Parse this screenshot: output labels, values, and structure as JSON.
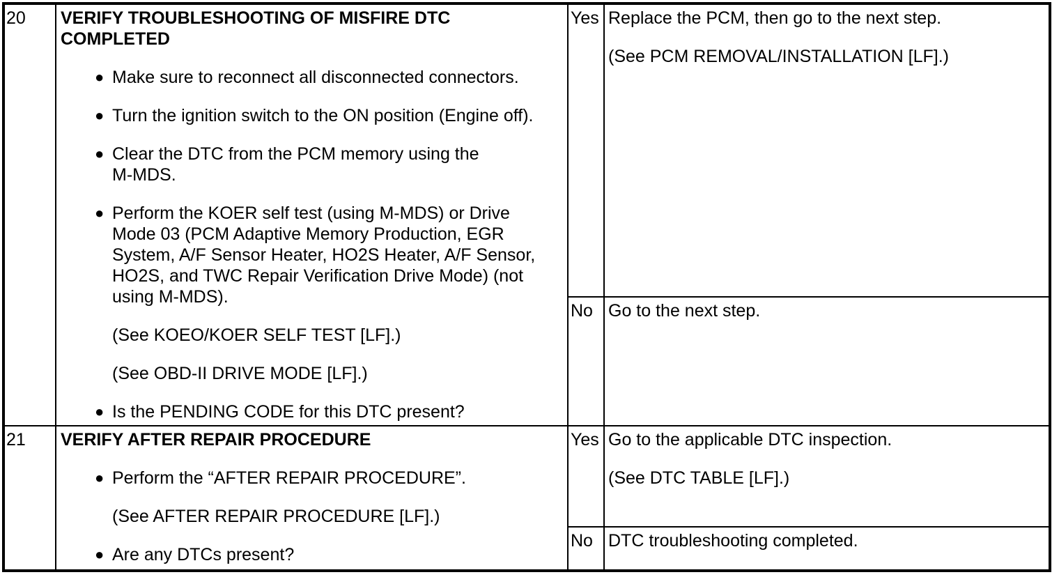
{
  "colors": {
    "border": "#000000",
    "background": "#ffffff",
    "text": "#000000"
  },
  "icons": {
    "bullet": "●"
  },
  "table": {
    "steps": [
      {
        "number": "20",
        "title": "VERIFY TROUBLESHOOTING OF MISFIRE DTC\nCOMPLETED",
        "items": [
          {
            "type": "bullet",
            "text": "Make sure to reconnect all disconnected connectors."
          },
          {
            "type": "bullet",
            "text": "Turn the ignition switch to the ON position (Engine off)."
          },
          {
            "type": "bullet",
            "text": "Clear the DTC from the PCM memory using the\nM-MDS."
          },
          {
            "type": "bullet",
            "text": "Perform the KOER self test (using M-MDS) or Drive\nMode 03 (PCM Adaptive Memory Production, EGR\nSystem, A/F Sensor Heater, HO2S Heater, A/F Sensor,\nHO2S, and TWC Repair Verification Drive Mode) (not\nusing M-MDS)."
          },
          {
            "type": "note",
            "text": "(See KOEO/KOER SELF TEST [LF].)"
          },
          {
            "type": "note",
            "text": "(See OBD-II DRIVE MODE [LF].)"
          },
          {
            "type": "bullet",
            "text": "Is the PENDING CODE for this DTC present?"
          }
        ],
        "yes": {
          "label": "Yes",
          "lines": [
            "Replace the PCM, then go to the next step.",
            "(See PCM REMOVAL/INSTALLATION [LF].)"
          ]
        },
        "no": {
          "label": "No",
          "lines": [
            "Go to the next step."
          ]
        }
      },
      {
        "number": "21",
        "title": "VERIFY AFTER REPAIR PROCEDURE",
        "items": [
          {
            "type": "bullet",
            "text": "Perform the “AFTER REPAIR PROCEDURE”."
          },
          {
            "type": "note",
            "text": "(See AFTER REPAIR PROCEDURE [LF].)"
          },
          {
            "type": "bullet",
            "text": "Are any DTCs present?"
          }
        ],
        "yes": {
          "label": "Yes",
          "lines": [
            "Go to the applicable DTC inspection.",
            "(See DTC TABLE [LF].)"
          ]
        },
        "no": {
          "label": "No",
          "lines": [
            "DTC troubleshooting completed."
          ]
        }
      }
    ]
  }
}
